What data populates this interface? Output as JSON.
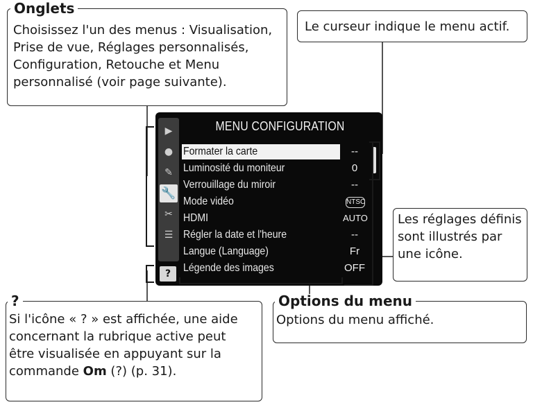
{
  "callouts": {
    "tabs": {
      "title": "Onglets",
      "text_lines": [
        "Choisissez l'un des menus : Visualisation,",
        "Prise de vue, Réglages personnalisés,",
        "Configuration, Retouche et Menu",
        "personnalisé (voir page suivante)."
      ]
    },
    "cursor": {
      "text": "Le curseur indique le menu actif."
    },
    "settings": {
      "text_lines": [
        "Les réglages définis",
        "sont illustrés par",
        "une icône."
      ]
    },
    "help": {
      "title": "?",
      "text_lines": [
        "Si l'icône « ? » est affichée, une aide",
        "concernant la rubrique active peut",
        "être visualisée en appuyant sur la",
        "commande  (?) (p. 31)."
      ],
      "line4_prefix": "commande ",
      "key_icon": "Om",
      "line4_suffix": " (?) (p. 31)."
    },
    "menu_options": {
      "title": "Options du menu",
      "text": "Options du menu affiché."
    }
  },
  "lcd": {
    "title": "MENU CONFIGURATION",
    "tabs": [
      {
        "icon": "play-icon",
        "glyph": "▶",
        "active": false
      },
      {
        "icon": "camera-icon",
        "glyph": "●",
        "active": false
      },
      {
        "icon": "pencil-icon",
        "glyph": "✎",
        "active": false
      },
      {
        "icon": "wrench-icon",
        "glyph": "🔧",
        "active": true
      },
      {
        "icon": "retouch-icon",
        "glyph": "✂",
        "active": false
      },
      {
        "icon": "my-menu-icon",
        "glyph": "☰",
        "active": false
      }
    ],
    "help_badge": "?",
    "items": [
      {
        "label": "Formater la carte",
        "value": "--",
        "selected": true
      },
      {
        "label": "Luminosité du moniteur",
        "value": "0",
        "selected": false
      },
      {
        "label": "Verrouillage du miroir",
        "value": "--",
        "selected": false
      },
      {
        "label": "Mode vidéo",
        "value": "NTSC",
        "selected": false
      },
      {
        "label": "HDMI",
        "value": "AUTO",
        "selected": false
      },
      {
        "label": "Régler la date et l'heure",
        "value": "--",
        "selected": false
      },
      {
        "label": "Langue (Language)",
        "value": "Fr",
        "selected": false
      },
      {
        "label": "Légende des images",
        "value": "OFF",
        "selected": false
      }
    ]
  }
}
